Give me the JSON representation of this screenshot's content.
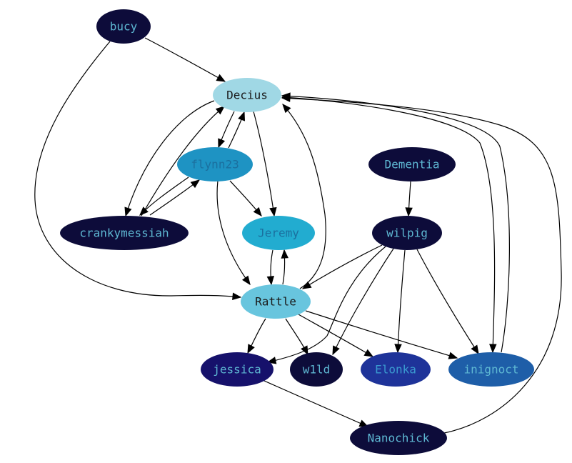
{
  "nodes": [
    {
      "id": "bucy",
      "label": "bucy",
      "fill": "#0d0c3a",
      "text_color": "#5eb8d3"
    },
    {
      "id": "decius",
      "label": "Decius",
      "fill": "#a0d8e5",
      "text_color": "#1a1a1a"
    },
    {
      "id": "flynn23",
      "label": "flynn23",
      "fill": "#1e93c3",
      "text_color": "#1b6f9e"
    },
    {
      "id": "dementia",
      "label": "Dementia",
      "fill": "#0d0c3a",
      "text_color": "#5eb8d3"
    },
    {
      "id": "crankymessiah",
      "label": "crankymessiah",
      "fill": "#0d0c3a",
      "text_color": "#5eb8d3"
    },
    {
      "id": "jeremy",
      "label": "Jeremy",
      "fill": "#22acd0",
      "text_color": "#1b6f9e"
    },
    {
      "id": "wilpig",
      "label": "wilpig",
      "fill": "#0d0c3a",
      "text_color": "#5eb8d3"
    },
    {
      "id": "rattle",
      "label": "Rattle",
      "fill": "#68c5de",
      "text_color": "#1a1a1a"
    },
    {
      "id": "jessica",
      "label": "jessica",
      "fill": "#16116b",
      "text_color": "#5eb8d3"
    },
    {
      "id": "w1ld",
      "label": "w1ld",
      "fill": "#0d0c3a",
      "text_color": "#5eb8d3"
    },
    {
      "id": "elonka",
      "label": "Elonka",
      "fill": "#1e3399",
      "text_color": "#3a9ad0"
    },
    {
      "id": "inignoct",
      "label": "inignoct",
      "fill": "#1e5ea8",
      "text_color": "#5eb8d3"
    },
    {
      "id": "nanochick",
      "label": "Nanochick",
      "fill": "#0d0c3a",
      "text_color": "#5eb8d3"
    }
  ],
  "edges": [
    {
      "from": "bucy",
      "to": "decius"
    },
    {
      "from": "bucy",
      "to": "rattle"
    },
    {
      "from": "decius",
      "to": "flynn23"
    },
    {
      "from": "flynn23",
      "to": "decius"
    },
    {
      "from": "decius",
      "to": "crankymessiah"
    },
    {
      "from": "crankymessiah",
      "to": "decius"
    },
    {
      "from": "decius",
      "to": "jeremy"
    },
    {
      "from": "decius",
      "to": "inignoct"
    },
    {
      "from": "inignoct",
      "to": "decius"
    },
    {
      "from": "nanochick",
      "to": "decius"
    },
    {
      "from": "flynn23",
      "to": "crankymessiah"
    },
    {
      "from": "crankymessiah",
      "to": "flynn23"
    },
    {
      "from": "flynn23",
      "to": "jeremy"
    },
    {
      "from": "flynn23",
      "to": "rattle"
    },
    {
      "from": "jeremy",
      "to": "rattle"
    },
    {
      "from": "rattle",
      "to": "jeremy"
    },
    {
      "from": "rattle",
      "to": "decius"
    },
    {
      "from": "dementia",
      "to": "wilpig"
    },
    {
      "from": "wilpig",
      "to": "rattle"
    },
    {
      "from": "wilpig",
      "to": "jessica"
    },
    {
      "from": "wilpig",
      "to": "w1ld"
    },
    {
      "from": "wilpig",
      "to": "elonka"
    },
    {
      "from": "wilpig",
      "to": "inignoct"
    },
    {
      "from": "rattle",
      "to": "jessica"
    },
    {
      "from": "rattle",
      "to": "w1ld"
    },
    {
      "from": "rattle",
      "to": "elonka"
    },
    {
      "from": "rattle",
      "to": "inignoct"
    },
    {
      "from": "jessica",
      "to": "nanochick"
    }
  ]
}
